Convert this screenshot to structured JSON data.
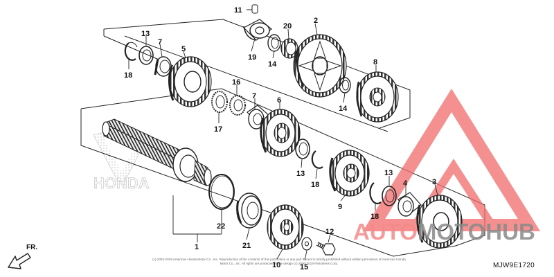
{
  "diagram_code": "MJW9E1720",
  "fr_label": "FR.",
  "copyright_text": "(c) 2002-2019 American Honda Motor Co., Inc. Reproduction of the contents of this publication or any part thereof is strictly prohibited without written permission of American Honda Motor Co., Inc. All rights are protected. Page design (c) 2000-2019 Partsitems Corp.",
  "watermark": {
    "part1": "AUTO",
    "part2": "MOTO",
    "part3": "HUB",
    "accent_color": "#f58a8a",
    "gray_color": "#8a8a8a"
  },
  "brand_logo_text": "HONDA",
  "callouts": {
    "c1": "1",
    "c2": "2",
    "c3": "3",
    "c4": "4",
    "c5": "5",
    "c6": "6",
    "c7a": "7",
    "c7b": "7",
    "c8": "8",
    "c9": "9",
    "c10": "10",
    "c11": "11",
    "c12": "12",
    "c13a": "13",
    "c13b": "13",
    "c13c": "13",
    "c14a": "14",
    "c14b": "14",
    "c15": "15",
    "c16": "16",
    "c17": "17",
    "c18a": "18",
    "c18b": "18",
    "c18c": "18",
    "c19": "19",
    "c20": "20",
    "c21": "21",
    "c22": "22"
  }
}
